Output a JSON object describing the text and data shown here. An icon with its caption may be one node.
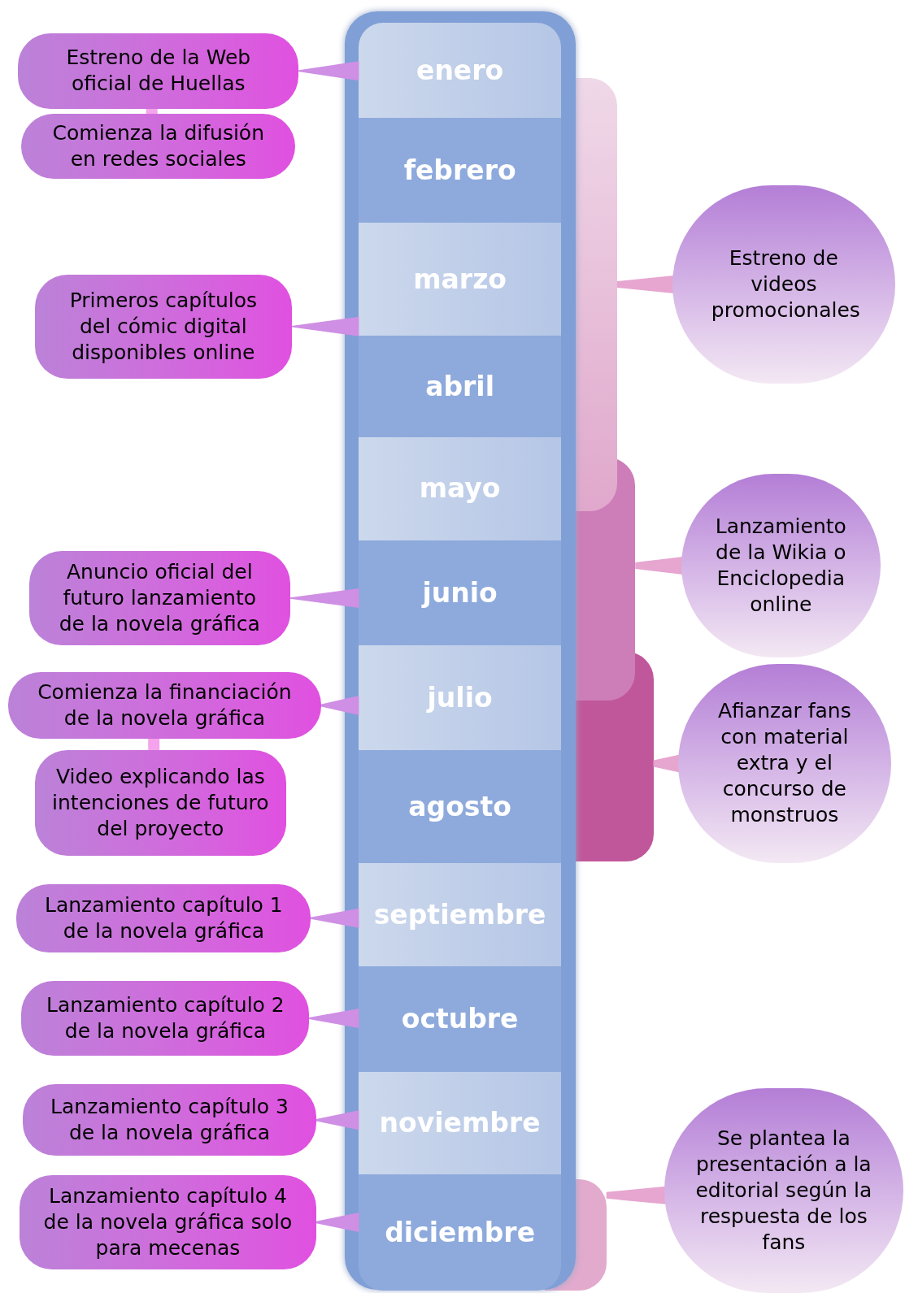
{
  "diagram": {
    "nodes": [
      {
        "text": [],
        "shape": "box"
      },
      {
        "text": [
          "enero"
        ],
        "in": 0
      },
      {
        "text": [
          "febrero"
        ],
        "in": 0
      },
      {
        "text": [
          "marzo"
        ],
        "in": 0
      },
      {
        "text": [
          "abril"
        ],
        "in": 0
      },
      {
        "text": [
          "mayo"
        ],
        "in": 0
      },
      {
        "text": [
          "junio"
        ],
        "in": 0
      },
      {
        "text": [
          "julio"
        ],
        "in": 0
      },
      {
        "text": [
          "agosto"
        ],
        "in": 0
      },
      {
        "text": [
          "septiembre"
        ],
        "in": 0
      },
      {
        "text": [
          "octubre"
        ],
        "in": 0
      },
      {
        "text": [
          "noviembre"
        ],
        "in": 0
      },
      {
        "text": [
          "diciembre"
        ],
        "in": 0
      },
      {
        "text": [
          "Estreno de la Web oficial de Huellas"
        ]
      },
      {
        "text": [
          "Comienza la difusión en redes sociales"
        ]
      },
      {
        "text": [
          "Primeros capítulos del cómic digital disponibles online"
        ]
      },
      {
        "text": [
          "Anuncio oficial del futuro lanzamiento de la novela gráfica"
        ]
      },
      {
        "text": [
          "Comienza la financiación de la novela gráfica"
        ]
      },
      {
        "text": [
          "Video explicando las intenciones de futuro del proyecto"
        ]
      },
      {
        "text": [
          "Lanzamiento capítulo 1 de la novela gráfica"
        ]
      },
      {
        "text": [
          "Lanzamiento capítulo 2 de la novela gráfica"
        ]
      },
      {
        "text": [
          "Lanzamiento capítulo 3 de la novela gráfica"
        ]
      },
      {
        "text": [
          "Lanzamiento capítulo 4 de la novela gráfica solo para mecenas"
        ]
      },
      {
        "text": [],
        "shape": "bar"
      },
      {
        "text": [],
        "shape": "bar"
      },
      {
        "text": [],
        "shape": "bar"
      },
      {
        "text": [],
        "shape": "bar"
      },
      {
        "text": [
          "Estreno de videos promocionales"
        ]
      },
      {
        "text": [
          "Lanzamiento de la Wikia o Enciclopedia online"
        ]
      },
      {
        "text": [
          "Afianzar fans con material extra y el concurso de monstruos"
        ]
      },
      {
        "text": [
          "Se plantea la presentación a la editorial según la respuesta de los fans"
        ]
      }
    ],
    "edges": [
      {
        "from": 13,
        "to": 1,
        "arrow": "none"
      },
      {
        "from": 13,
        "to": 14,
        "arrow": "none"
      },
      {
        "from": 15,
        "to": 3,
        "arrow": "none"
      },
      {
        "from": 16,
        "to": 6,
        "arrow": "none"
      },
      {
        "from": 17,
        "to": 7,
        "arrow": "none"
      },
      {
        "from": 17,
        "to": 18,
        "arrow": "none"
      },
      {
        "from": 19,
        "to": 9,
        "arrow": "none"
      },
      {
        "from": 20,
        "to": 10,
        "arrow": "none"
      },
      {
        "from": 21,
        "to": 11,
        "arrow": "none"
      },
      {
        "from": 22,
        "to": 12,
        "arrow": "none"
      },
      {
        "from": 23,
        "to": 27,
        "arrow": "none"
      },
      {
        "from": 24,
        "to": 28,
        "arrow": "none"
      },
      {
        "from": 25,
        "to": 29,
        "arrow": "none"
      },
      {
        "from": 26,
        "to": 30,
        "arrow": "none"
      }
    ]
  }
}
